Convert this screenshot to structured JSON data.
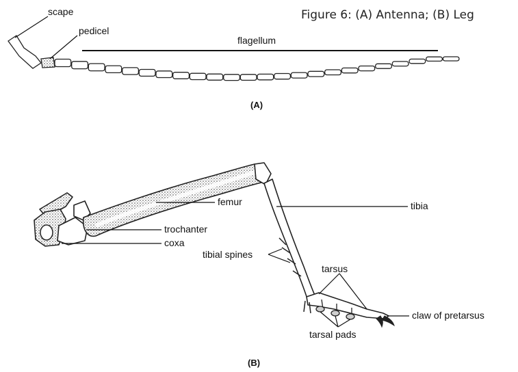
{
  "figure": {
    "caption": "Figure 6: (A) Antenna; (B) Leg"
  },
  "panel_a": {
    "label": "(A)",
    "parts": {
      "scape": "scape",
      "pedicel": "pedicel",
      "flagellum": "flagellum"
    }
  },
  "panel_b": {
    "label": "(B)",
    "parts": {
      "femur": "femur",
      "trochanter": "trochanter",
      "coxa": "coxa",
      "tibia": "tibia",
      "tibial_spines": "tibial spines",
      "tarsus": "tarsus",
      "claw": "claw of pretarsus",
      "tarsal_pads": "tarsal pads"
    }
  }
}
